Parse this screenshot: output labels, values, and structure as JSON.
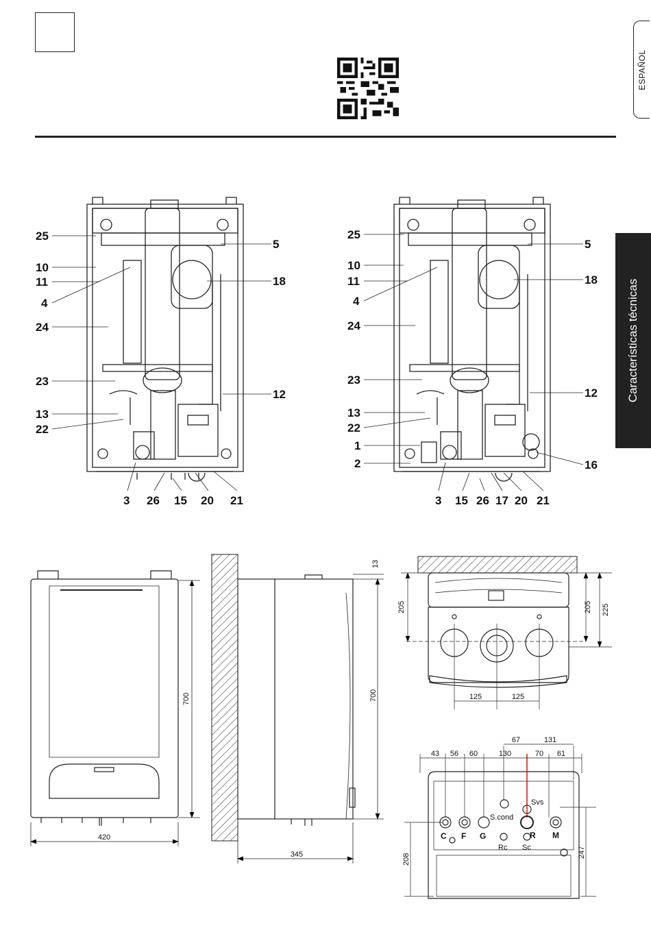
{
  "side_tabs": {
    "language": "ESPAÑOL",
    "section": "Características técnicas"
  },
  "diagram_left": {
    "callouts_left": [
      "25",
      "10",
      "11",
      "4",
      "24",
      "23",
      "13",
      "22"
    ],
    "callouts_right": [
      "5",
      "18",
      "12"
    ],
    "callouts_bottom": [
      "3",
      "26",
      "15",
      "20",
      "21"
    ]
  },
  "diagram_right": {
    "callouts_left": [
      "25",
      "10",
      "11",
      "4",
      "24",
      "23",
      "13",
      "22",
      "1",
      "2"
    ],
    "callouts_right": [
      "5",
      "18",
      "12",
      "16"
    ],
    "callouts_bottom": [
      "3",
      "15",
      "26",
      "17",
      "20",
      "21"
    ]
  },
  "front_view": {
    "width": "420",
    "height": "700"
  },
  "side_view": {
    "top_offset": "13",
    "height": "700",
    "depth": "345"
  },
  "top_view": {
    "left_depth": "205",
    "right_depth_a": "205",
    "right_depth_b": "225",
    "spacing_a": "125",
    "spacing_b": "125"
  },
  "bottom_view": {
    "top_dims": [
      "67",
      "131"
    ],
    "dims": [
      "43",
      "56",
      "60",
      "130",
      "70",
      "61"
    ],
    "connectors_top": [
      "Svs",
      "S.cond"
    ],
    "connectors": [
      "C",
      "F",
      "G",
      "R",
      "M"
    ],
    "connectors_low": [
      "Rc",
      "Sc"
    ],
    "left_height": "208",
    "right_height": "247"
  }
}
